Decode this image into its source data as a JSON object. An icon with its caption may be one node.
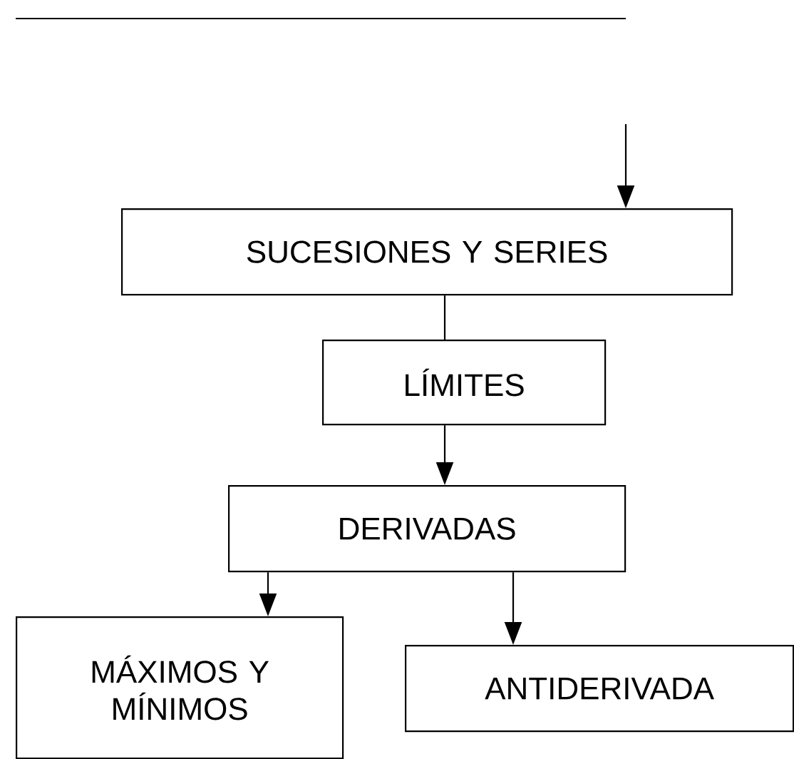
{
  "diagram": {
    "nodes": [
      {
        "text": [
          "SUCESIONES Y SERIES"
        ]
      },
      {
        "text": [
          "LÍMITES"
        ]
      },
      {
        "text": [
          "DERIVADAS"
        ]
      },
      {
        "text": [
          "MÁXIMOS Y MÍNIMOS"
        ]
      },
      {
        "text": [
          "ANTIDERIVADA"
        ]
      }
    ],
    "edges": [
      {
        "from": null,
        "to": 0,
        "arrow": "to"
      },
      {
        "from": 0,
        "to": 1,
        "arrow": "none"
      },
      {
        "from": 1,
        "to": 2,
        "arrow": "to"
      },
      {
        "from": 2,
        "to": 3,
        "arrow": "to"
      },
      {
        "from": 2,
        "to": 4,
        "arrow": "to"
      }
    ]
  }
}
